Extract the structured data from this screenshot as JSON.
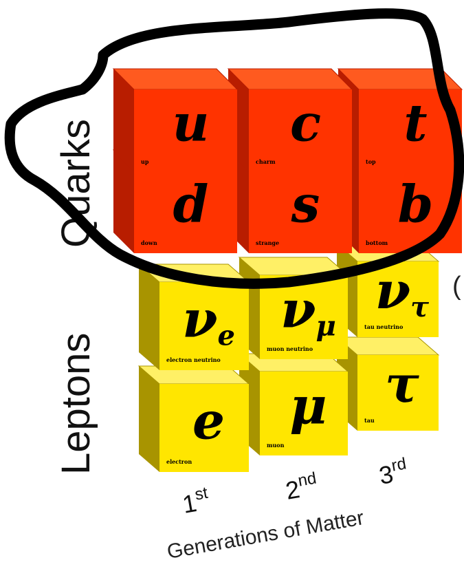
{
  "row_labels": {
    "quarks": "Quarks",
    "leptons": "Leptons"
  },
  "quarks": [
    {
      "symbol": "u",
      "name": "up"
    },
    {
      "symbol": "c",
      "name": "charm"
    },
    {
      "symbol": "t",
      "name": "top"
    },
    {
      "symbol": "d",
      "name": "down"
    },
    {
      "symbol": "s",
      "name": "strange"
    },
    {
      "symbol": "b",
      "name": "bottom"
    }
  ],
  "leptons": [
    {
      "symbol": "ν",
      "subscript": "e",
      "name": "electron neutrino"
    },
    {
      "symbol": "ν",
      "subscript": "μ",
      "name": "muon neutrino"
    },
    {
      "symbol": "ν",
      "subscript": "τ",
      "name": "tau neutrino"
    },
    {
      "symbol": "e",
      "subscript": "",
      "name": "electron"
    },
    {
      "symbol": "μ",
      "subscript": "",
      "name": "muon"
    },
    {
      "symbol": "τ",
      "subscript": "",
      "name": "tau"
    }
  ],
  "generations": [
    {
      "ordinal": "1",
      "suffix": "st"
    },
    {
      "ordinal": "2",
      "suffix": "nd"
    },
    {
      "ordinal": "3",
      "suffix": "rd"
    }
  ],
  "axis_title": "Generations of Matter",
  "edge_glyph": "(",
  "colors": {
    "quark_front": "#ff3300",
    "quark_top": "#ff5a1f",
    "quark_side": "#b81d00",
    "lepton_front": "#ffe600",
    "lepton_top": "#fff066",
    "lepton_side": "#a89400",
    "annotation_stroke": "#000000"
  }
}
